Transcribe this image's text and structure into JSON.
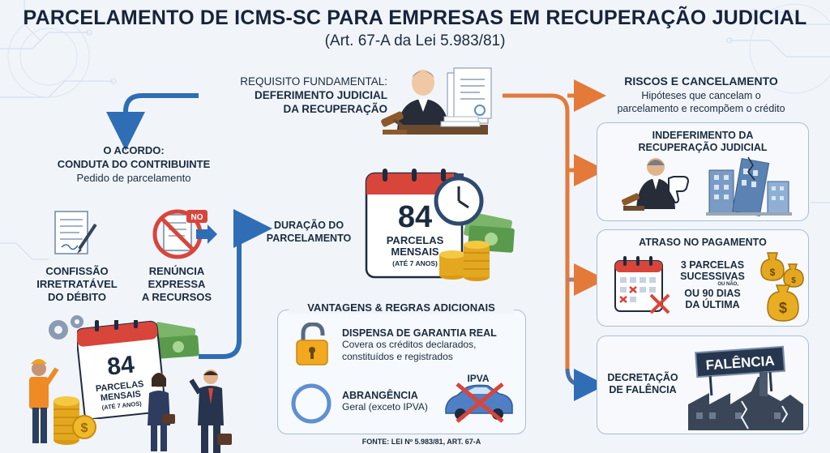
{
  "header": {
    "title": "PARCELAMENTO DE ICMS-SC PARA EMPRESAS EM RECUPERAÇÃO JUDICIAL",
    "subtitle": "(Art. 67-A da Lei 5.983/81)"
  },
  "requisito": {
    "label": "REQUISITO FUNDAMENTAL:",
    "line1": "DEFERIMENTO JUDICIAL",
    "line2": "DA RECUPERAÇÃO"
  },
  "acordo": {
    "title1": "O ACORDO:",
    "title2": "CONDUTA DO CONTRIBUINTE",
    "subtitle": "Pedido de parcelamento",
    "item1": [
      "CONFISSÃO",
      "IRRETRATÁVEL",
      "DO DÉBITO"
    ],
    "item2": [
      "RENÚNCIA",
      "EXPRESSA",
      "A RECURSOS"
    ],
    "no_badge": "NO"
  },
  "calendar_small": {
    "number": "84",
    "line1": "PARCELAS",
    "line2": "MENSAIS",
    "note": "(ATÉ 7 ANOS)"
  },
  "duracao": {
    "line1": "DURAÇÃO DO",
    "line2": "PARCELAMENTO"
  },
  "calendar_big": {
    "number": "84",
    "line1": "PARCELAS",
    "line2": "MENSAIS",
    "note": "(ATÉ 7 ANOS)"
  },
  "vantagens": {
    "title": "VANTAGENS & REGRAS ADICIONAIS",
    "item1_title": "DISPENSA DE GARANTIA REAL",
    "item1_desc1": "Covera os créditos declarados,",
    "item1_desc2": "constituídos e registrados",
    "item2_title": "ABRANGÊNCIA",
    "item2_desc": "Geral (exceto IPVA)",
    "ipva_label": "IPVA"
  },
  "riscos": {
    "title": "RISCOS E CANCELAMENTO",
    "desc1": "Hipóteses que cancelam o",
    "desc2": "parcelamento e recompõem o crédito",
    "box1_line1": "INDEFERIMENTO DA",
    "box1_line2": "RECUPERAÇÃO JUDICIAL",
    "box2_title": "ATRASO NO PAGAMENTO",
    "box2_line1": "3 PARCELAS",
    "box2_line2": "SUCESSIVAS",
    "box2_small": "OU NÃO,",
    "box2_line3": "OU 90 DIAS",
    "box2_line4": "DA ÚLTIMA",
    "box3_line1": "DECRETAÇÃO",
    "box3_line2": "DE FALÊNCIA",
    "falencia_sign": "FALÊNCIA"
  },
  "footer": {
    "source": "FONTE: LEI Nº 5.983/81, ART. 67-A"
  },
  "colors": {
    "blue_arrow": "#2f6db5",
    "orange_arrow": "#e37a3a",
    "red_accent": "#d8453b",
    "gold": "#e3a81f",
    "money_green": "#5a9a4c"
  }
}
